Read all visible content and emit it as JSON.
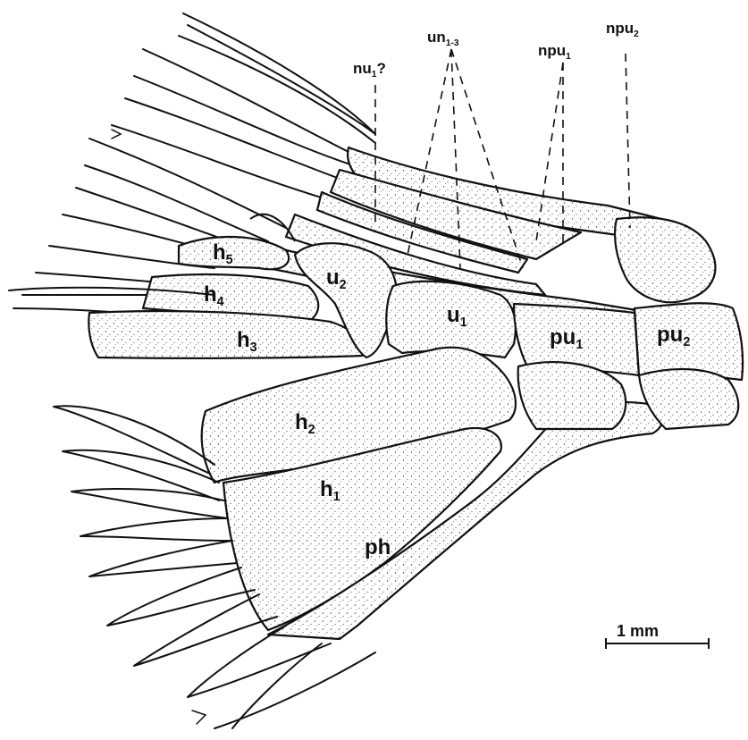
{
  "labels": {
    "nu1": {
      "base": "nu",
      "sub": "1",
      "suffix": "?"
    },
    "un13": {
      "base": "un",
      "sub": "1-3"
    },
    "npu1": {
      "base": "npu",
      "sub": "1"
    },
    "npu2": {
      "base": "npu",
      "sub": "2"
    },
    "h5": {
      "base": "h",
      "sub": "5"
    },
    "h4": {
      "base": "h",
      "sub": "4"
    },
    "h3": {
      "base": "h",
      "sub": "3"
    },
    "h2": {
      "base": "h",
      "sub": "2"
    },
    "h1": {
      "base": "h",
      "sub": "1"
    },
    "u2": {
      "base": "u",
      "sub": "2"
    },
    "u1": {
      "base": "u",
      "sub": "1"
    },
    "pu1": {
      "base": "pu",
      "sub": "1"
    },
    "pu2": {
      "base": "pu",
      "sub": "2"
    },
    "ph": {
      "base": "ph"
    }
  },
  "scale_bar": {
    "label": "1 mm"
  }
}
